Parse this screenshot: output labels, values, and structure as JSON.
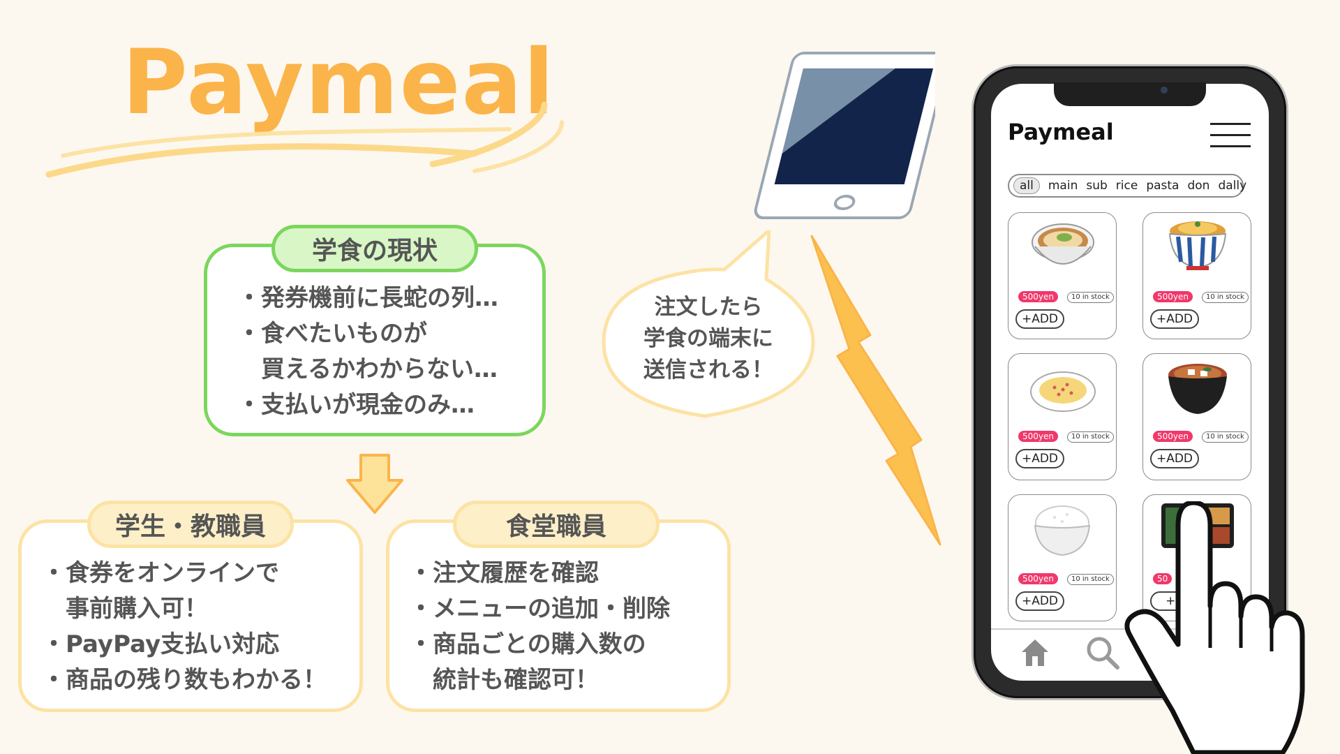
{
  "logo": {
    "title": "Paymeal"
  },
  "status": {
    "title": "学食の現状",
    "lines": [
      "・発券機前に長蛇の列…",
      "・食べたいものが",
      "　買えるかわからない…",
      "・支払いが現金のみ…"
    ]
  },
  "students": {
    "title": "学生・教職員",
    "lines": [
      "・食券をオンラインで",
      "　事前購入可！",
      "・PayPay支払い対応",
      "・商品の残り数もわかる！"
    ]
  },
  "staff": {
    "title": "食堂職員",
    "lines": [
      "・注文履歴を確認",
      "・メニューの追加・削除",
      "・商品ごとの購入数の",
      "　統計も確認可！"
    ]
  },
  "bubble": {
    "lines": [
      "注文したら",
      "学食の端末に",
      "送信される！"
    ]
  },
  "app": {
    "title": "Paymeal",
    "categories": [
      "all",
      "main",
      "sub",
      "rice",
      "pasta",
      "don",
      "dally"
    ],
    "active_category": "all",
    "cards": [
      {
        "food": "udon-icon",
        "price": "500yen",
        "stock": "10 in stock",
        "button": "+ADD"
      },
      {
        "food": "katsudon-icon",
        "price": "500yen",
        "stock": "10 in stock",
        "button": "+ADD"
      },
      {
        "food": "pasta-icon",
        "price": "500yen",
        "stock": "10 in stock",
        "button": "+ADD"
      },
      {
        "food": "miso-soup-icon",
        "price": "500yen",
        "stock": "10 in stock",
        "button": "+ADD"
      },
      {
        "food": "rice-bowl-icon",
        "price": "500yen",
        "stock": "10 in stock",
        "button": "+ADD"
      },
      {
        "food": "bento-icon",
        "price": "50",
        "stock": "",
        "button": "+A"
      }
    ]
  },
  "colors": {
    "logo": "#FBB44A",
    "green": "#7CD65E",
    "yellow_border": "#FCE3A5",
    "price_tag": "#F0386B",
    "background": "#FDF8EF"
  }
}
